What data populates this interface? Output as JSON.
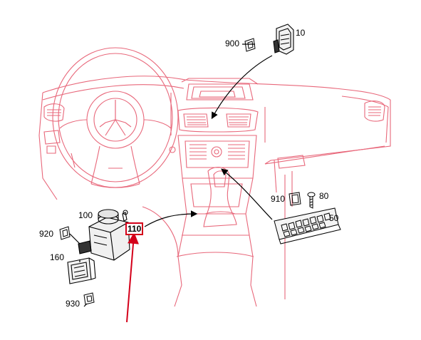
{
  "diagram": {
    "colors": {
      "dashboard_lines": "#e8677a",
      "part_lines": "#000000",
      "highlight": "#d4001a"
    },
    "part_labels": {
      "p10": "10",
      "p900": "900",
      "p910": "910",
      "p80": "80",
      "p50": "50",
      "p100": "100",
      "p920": "920",
      "p110": "110",
      "p160": "160",
      "p930": "930"
    },
    "highlighted_part": "110"
  }
}
